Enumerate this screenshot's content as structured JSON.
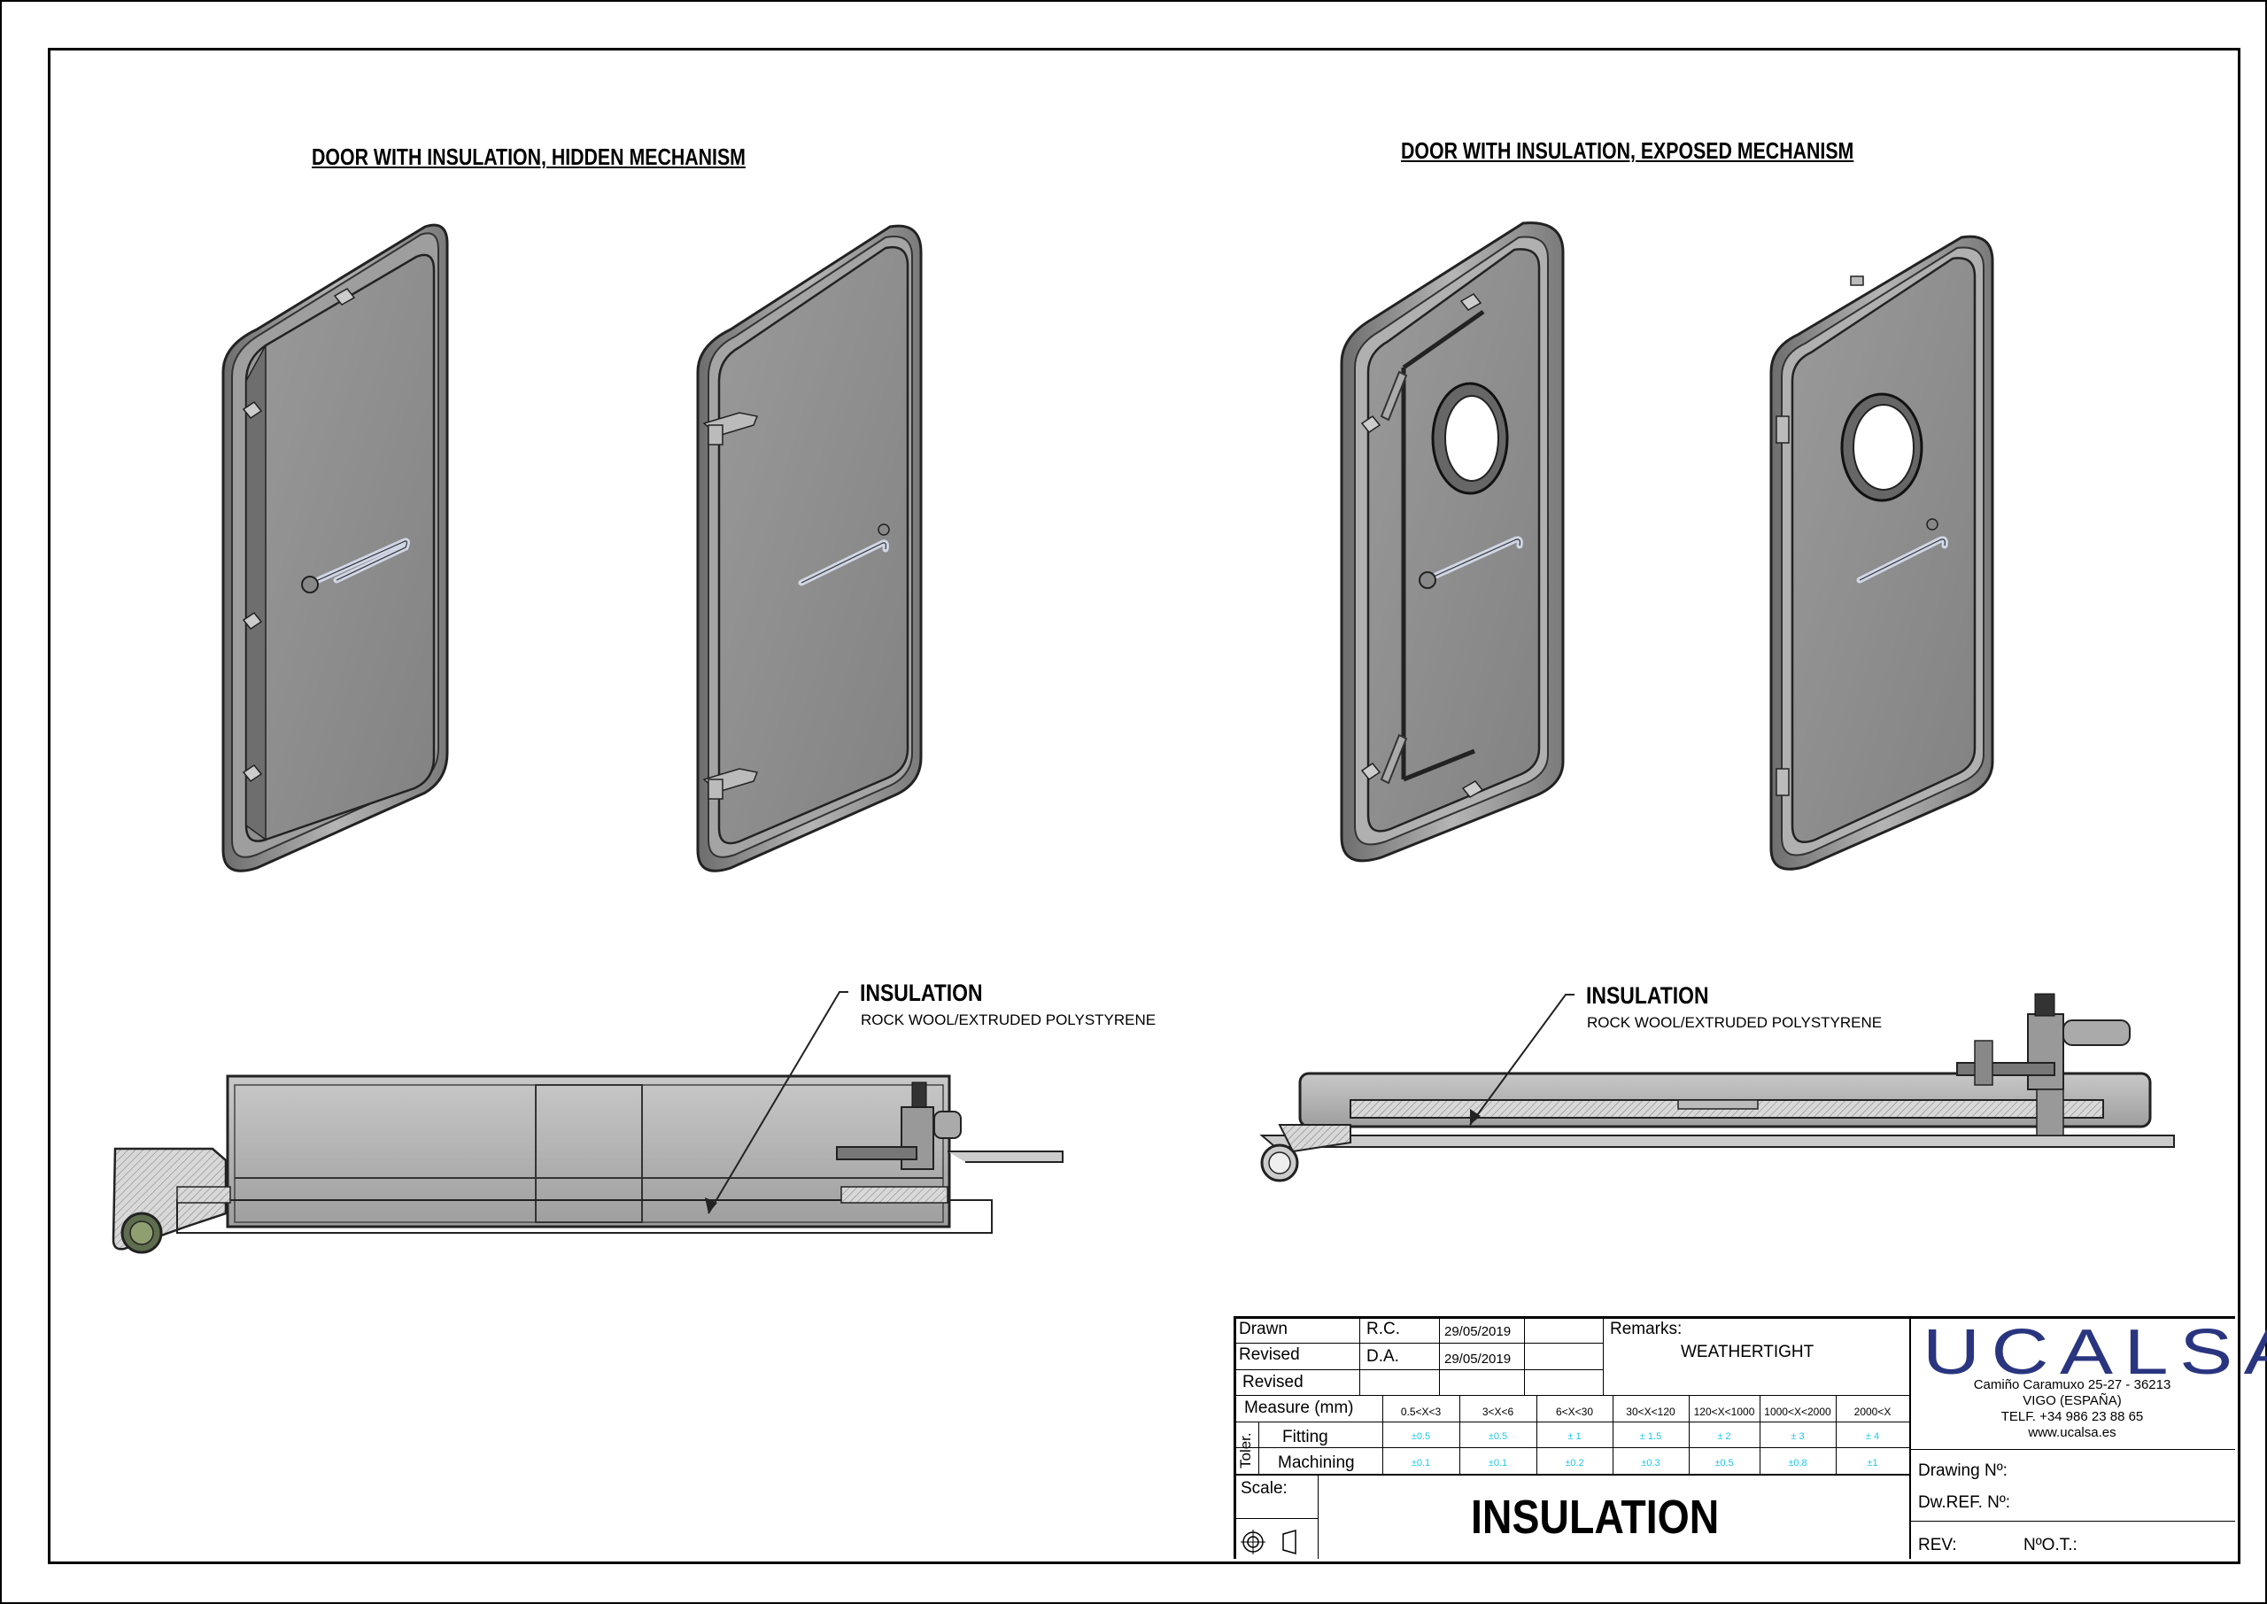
{
  "views": {
    "left_title": "DOOR WITH INSULATION, HIDDEN MECHANISM",
    "right_title": "DOOR WITH INSULATION, EXPOSED MECHANISM"
  },
  "callouts": {
    "left": {
      "title": "INSULATION",
      "subtitle": "ROCK WOOL/EXTRUDED POLYSTYRENE"
    },
    "right": {
      "title": "INSULATION",
      "subtitle": "ROCK WOOL/EXTRUDED POLYSTYRENE"
    }
  },
  "title_block": {
    "drawn_label": "Drawn",
    "drawn_by": "R.C.",
    "drawn_date": "29/05/2019",
    "revised_label": "Revised",
    "revised_by": "D.A.",
    "revised_date": "29/05/2019",
    "revised2_label": "Revised",
    "remarks_label": "Remarks:",
    "remarks_value": "WEATHERTIGHT",
    "measure_label": "Measure (mm)",
    "ranges": [
      "0.5<X<3",
      "3<X<6",
      "6<X<30",
      "30<X<120",
      "120<X<1000",
      "1000<X<2000",
      "2000<X"
    ],
    "toler_label": "Toler.",
    "fitting_label": "Fitting",
    "fitting_values": [
      "±0.5",
      "±0.5",
      "± 1",
      "± 1.5",
      "± 2",
      "± 3",
      "± 4"
    ],
    "machining_label": "Machining",
    "machining_values": [
      "±0.1",
      "±0.1",
      "±0.2",
      "±0.3",
      "±0.5",
      "±0.8",
      "±1"
    ],
    "scale_label": "Scale:",
    "drawing_title": "INSULATION",
    "drawing_no_label": "Drawing Nº:",
    "dwref_label": "Dw.REF. Nº:",
    "rev_label": "REV:",
    "ot_label": "NºO.T.:"
  },
  "company": {
    "logo": "UCALSA",
    "address_line1": "Camiño Caramuxo 25-27 - 36213",
    "address_line2": "VIGO (ESPAÑA)",
    "phone": "TELF. +34 986 23 88 65",
    "web": "www.ucalsa.es",
    "logo_color": "#2a3580"
  },
  "colors": {
    "door_face": "#8c8c8c",
    "door_frame": "#a9a9a9",
    "tolerance_text": "#1ec8e6"
  }
}
